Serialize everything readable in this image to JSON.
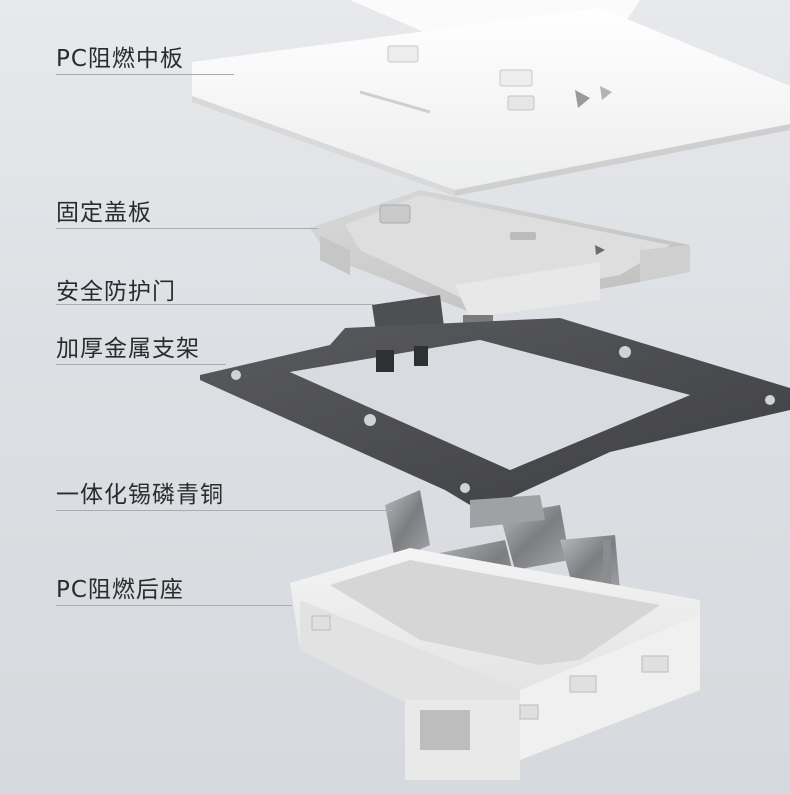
{
  "labels": [
    {
      "key": "mid-plate",
      "text": "PC阻燃中板"
    },
    {
      "key": "fixed-cover",
      "text": "固定盖板"
    },
    {
      "key": "safety-door",
      "text": "安全防护门"
    },
    {
      "key": "metal-bracket",
      "text": "加厚金属支架"
    },
    {
      "key": "bronze-contacts",
      "text": "一体化锡磷青铜"
    },
    {
      "key": "rear-base",
      "text": "PC阻燃后座"
    }
  ],
  "colors": {
    "background": "#dcdfe3",
    "white_plastic": "#f7f7f7",
    "metal_bracket": "#4a4b4e",
    "bronze_metal": "#8a8c90",
    "label_text": "#2b2b2b",
    "leader_line": "#a9adb2"
  }
}
